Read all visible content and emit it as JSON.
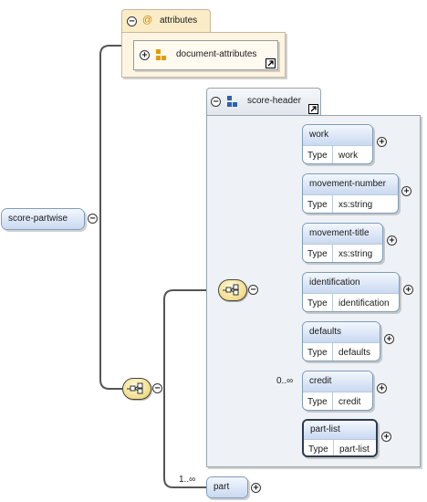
{
  "root": {
    "label": "score-partwise"
  },
  "attributes": {
    "at_glyph": "@",
    "label": "attributes",
    "group_ref": "document-attributes"
  },
  "score_header": {
    "label": "score-header"
  },
  "type_key": "Type",
  "children": [
    {
      "name": "work",
      "type": "work"
    },
    {
      "name": "movement-number",
      "type": "xs:string"
    },
    {
      "name": "movement-title",
      "type": "xs:string"
    },
    {
      "name": "identification",
      "type": "identification"
    },
    {
      "name": "defaults",
      "type": "defaults"
    },
    {
      "name": "credit",
      "type": "credit",
      "cardinality": "0..∞"
    },
    {
      "name": "part-list",
      "type": "part-list"
    }
  ],
  "part": {
    "label": "part",
    "cardinality": "1..∞"
  },
  "toggles": {
    "expand": "+",
    "collapse": "−"
  },
  "colors": {
    "element_border": "#7f9db9",
    "attr_panel": "#fdf5e2",
    "header_panel": "#eef1f5"
  }
}
